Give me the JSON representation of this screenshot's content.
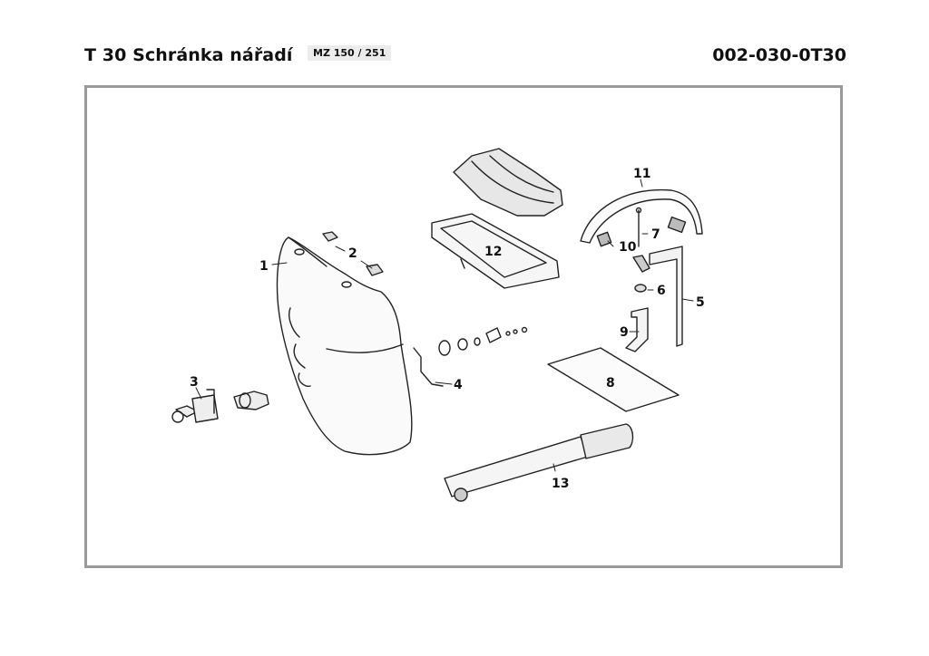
{
  "header": {
    "title": "T 30 Schránka nářadí",
    "model_badge": "MZ 150 / 251",
    "part_code": "002-030-0T30"
  },
  "parts": [
    {
      "id": "p1",
      "label": "1"
    },
    {
      "id": "p2",
      "label": "2"
    },
    {
      "id": "p3",
      "label": "3"
    },
    {
      "id": "p4",
      "label": "4"
    },
    {
      "id": "p5",
      "label": "5"
    },
    {
      "id": "p6",
      "label": "6"
    },
    {
      "id": "p7",
      "label": "7"
    },
    {
      "id": "p8",
      "label": "8"
    },
    {
      "id": "p9",
      "label": "9"
    },
    {
      "id": "p10",
      "label": "10"
    },
    {
      "id": "p11",
      "label": "11"
    },
    {
      "id": "p12",
      "label": "12"
    },
    {
      "id": "p13",
      "label": "13"
    }
  ]
}
